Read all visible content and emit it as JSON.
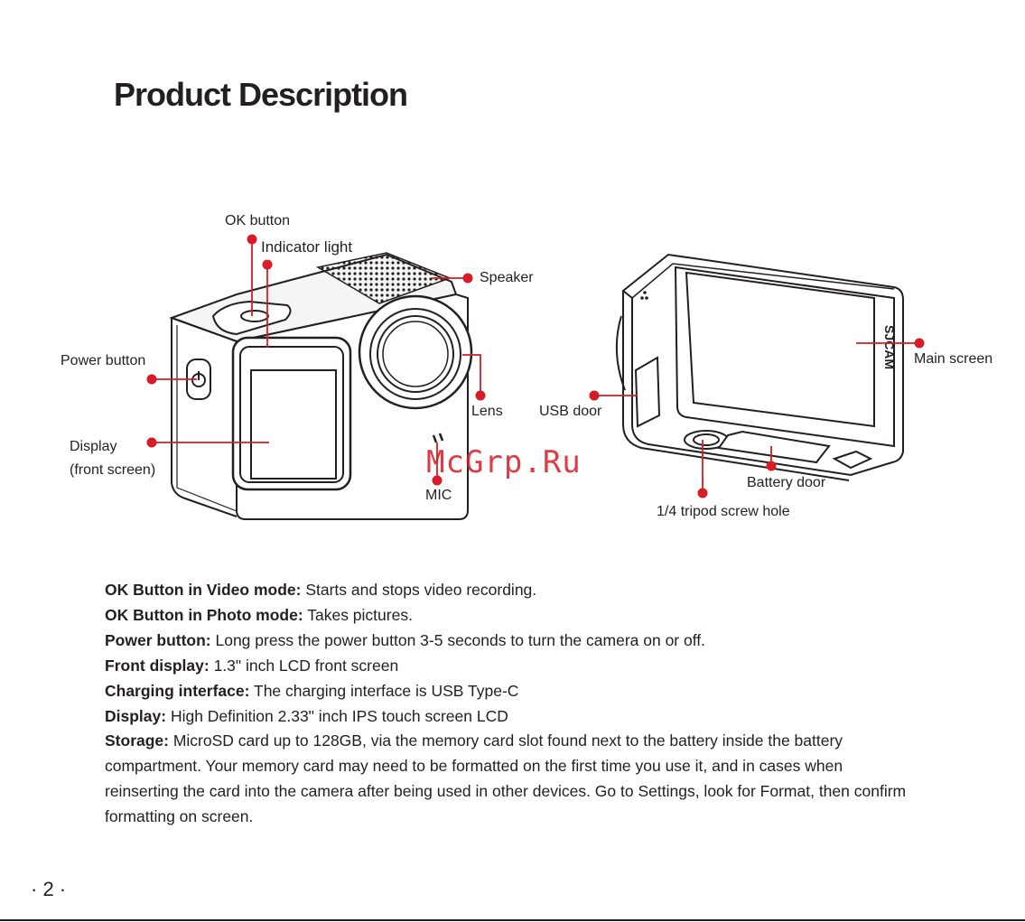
{
  "title": "Product Description",
  "labels": {
    "ok_button": "OK button",
    "indicator_light": "Indicator light",
    "speaker": "Speaker",
    "power_button": "Power button",
    "lens": "Lens",
    "display_line1": "Display",
    "display_line2": "(front screen)",
    "mic": "MIC",
    "usb_door": "USB door",
    "main_screen": "Main screen",
    "battery_door": "Battery door",
    "tripod": "1/4 tripod screw hole",
    "brand": "SJCAM"
  },
  "watermark": "McGrp.Ru",
  "descriptions": [
    {
      "term": "OK Button in Video mode:",
      "text": " Starts and stops video recording."
    },
    {
      "term": "OK Button in Photo mode:",
      "text": " Takes pictures."
    },
    {
      "term": "Power button:",
      "text": " Long press the power button 3-5 seconds to turn the camera on or off."
    },
    {
      "term": "Front display:",
      "text": " 1.3\" inch LCD front screen"
    },
    {
      "term": "Charging interface:",
      "text": " The charging interface is USB Type-C"
    },
    {
      "term": "Display:",
      "text": " High Definition 2.33\" inch IPS touch screen LCD"
    },
    {
      "term": "Storage:",
      "text": " MicroSD card up to 128GB, via the memory card slot found next to the battery inside the battery compartment. Your memory card may need to be formatted on the first time you use it, and in cases when reinserting the card into the camera after being used in other devices. Go to Settings, look for Format, then confirm formatting on screen."
    }
  ],
  "page_number": "· 2 ·",
  "colors": {
    "callout": "#d81b24",
    "text": "#231f20"
  }
}
